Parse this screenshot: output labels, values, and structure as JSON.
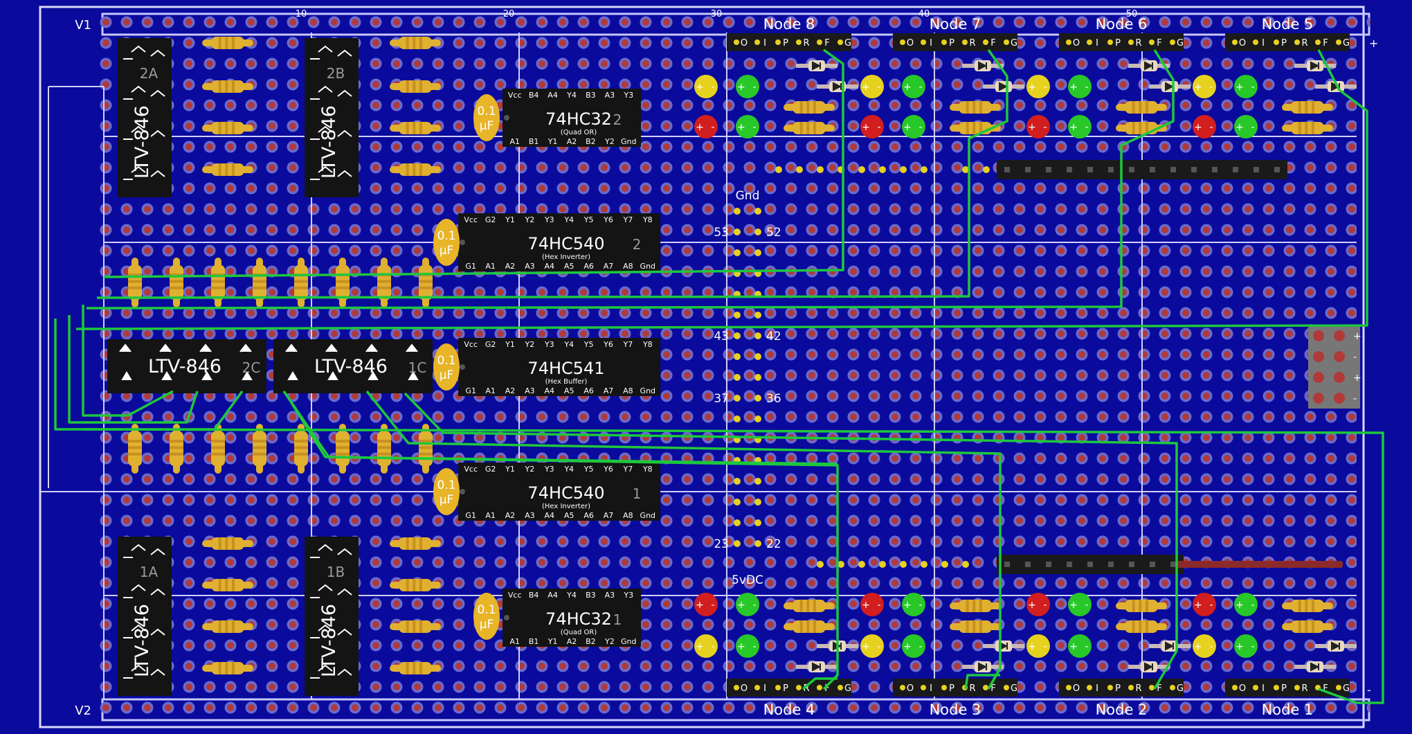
{
  "rails": {
    "top": "V1",
    "bottom": "V2"
  },
  "column_numbers": [
    "10",
    "20",
    "30",
    "40",
    "50"
  ],
  "nodes_top": [
    "Node 8",
    "Node 7",
    "Node 6",
    "Node 5"
  ],
  "nodes_bottom": [
    "Node 4",
    "Node 3",
    "Node 2",
    "Node 1"
  ],
  "header_pins": [
    "O",
    "I",
    "P",
    "R",
    "F",
    "G"
  ],
  "optocouplers_upper": [
    {
      "id": "2A",
      "part": "LTV-846"
    },
    {
      "id": "2B",
      "part": "LTV-846"
    }
  ],
  "optocouplers_lower": [
    {
      "id": "1A",
      "part": "LTV-846"
    },
    {
      "id": "1B",
      "part": "LTV-846"
    }
  ],
  "optocouplers_middle": [
    {
      "id": "2C",
      "part": "LTV-846"
    },
    {
      "id": "1C",
      "part": "LTV-846"
    }
  ],
  "capacitor_label": [
    "0.1",
    "µF"
  ],
  "chips": [
    {
      "name": "74HC32",
      "num": "2",
      "desc": "(Quad OR)",
      "top_pins": [
        "Vcc",
        "B4",
        "A4",
        "Y4",
        "B3",
        "A3",
        "Y3"
      ],
      "bottom_pins": [
        "A1",
        "B1",
        "Y1",
        "A2",
        "B2",
        "Y2",
        "Gnd"
      ]
    },
    {
      "name": "74HC540",
      "num": "2",
      "desc": "(Hex Inverter)",
      "top_pins": [
        "Vcc",
        "G2",
        "Y1",
        "Y2",
        "Y3",
        "Y4",
        "Y5",
        "Y6",
        "Y7",
        "Y8"
      ],
      "bottom_pins": [
        "G1",
        "A1",
        "A2",
        "A3",
        "A4",
        "A5",
        "A6",
        "A7",
        "A8",
        "Gnd"
      ]
    },
    {
      "name": "74HC541",
      "num": "",
      "desc": "(Hex Buffer)",
      "top_pins": [
        "Vcc",
        "G2",
        "Y1",
        "Y2",
        "Y3",
        "Y4",
        "Y5",
        "Y6",
        "Y7",
        "Y8"
      ],
      "bottom_pins": [
        "G1",
        "A1",
        "A2",
        "A3",
        "A4",
        "A5",
        "A6",
        "A7",
        "A8",
        "Gnd"
      ]
    },
    {
      "name": "74HC540",
      "num": "1",
      "desc": "(Hex Inverter)",
      "top_pins": [
        "Vcc",
        "G2",
        "Y1",
        "Y2",
        "Y3",
        "Y4",
        "Y5",
        "Y6",
        "Y7",
        "Y8"
      ],
      "bottom_pins": [
        "G1",
        "A1",
        "A2",
        "A3",
        "A4",
        "A5",
        "A6",
        "A7",
        "A8",
        "Gnd"
      ]
    },
    {
      "name": "74HC32",
      "num": "1",
      "desc": "(Quad OR)",
      "top_pins": [
        "Vcc",
        "B4",
        "A4",
        "Y4",
        "B3",
        "A3",
        "Y3"
      ],
      "bottom_pins": [
        "A1",
        "B1",
        "Y1",
        "A2",
        "B2",
        "Y2",
        "Gnd"
      ]
    }
  ],
  "pin_labels": {
    "gnd": "Gnd",
    "vdc": "5vDC",
    "left": [
      "53",
      "43",
      "37",
      "23"
    ],
    "right": [
      "52",
      "42",
      "36",
      "22"
    ]
  },
  "led_signs": {
    "plus": "+",
    "minus": "-"
  },
  "power_block": [
    "+",
    "-",
    "+",
    "-"
  ],
  "side_signs": {
    "top": "+",
    "bottom": "-"
  },
  "colors": {
    "board": "#0a0a9c",
    "hole_ring": "#6a6ad0",
    "hole_center": "#b03a3a",
    "rail_line": "#c8c8ff",
    "wire": "#1ec83c",
    "chip": "#141414",
    "capacitor": "#e8b428",
    "resistor": "#e0b030",
    "led_yellow": "#e6d21e",
    "led_green": "#28c828",
    "led_red": "#d21e1e",
    "jumper_bar": "#8a2a2a"
  }
}
